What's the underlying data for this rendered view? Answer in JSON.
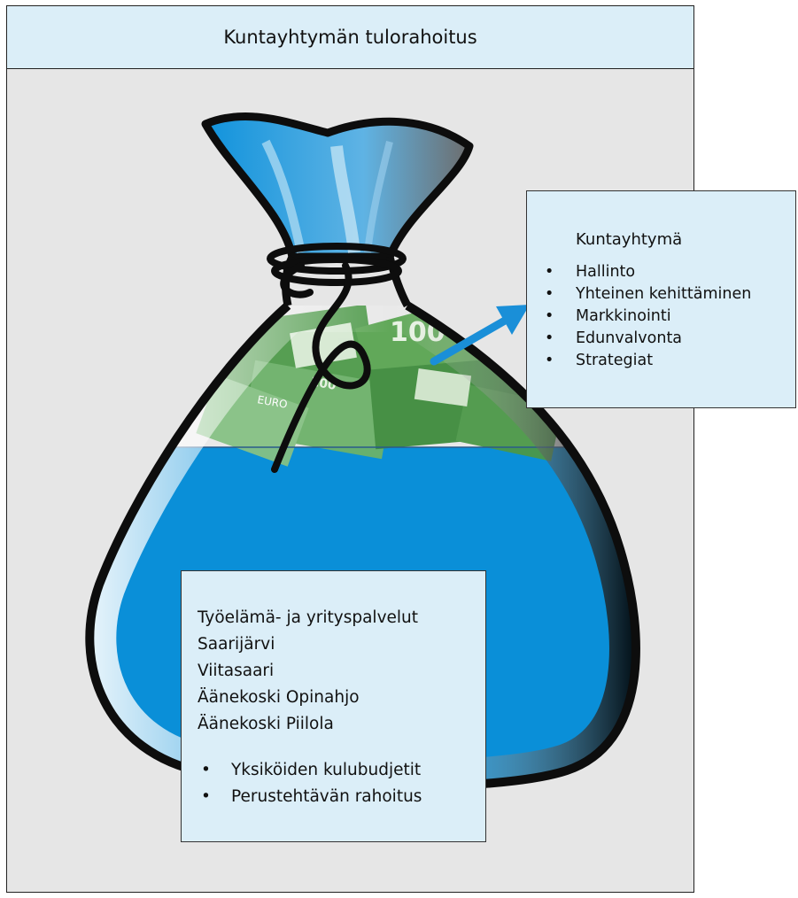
{
  "header": {
    "title": "Kuntayhtymän tulorahoitus"
  },
  "right_box": {
    "heading": "Kuntayhtymä",
    "items": [
      "Hallinto",
      "Yhteinen kehittäminen",
      "Markkinointi",
      "Edunvalvonta",
      "Strategiat"
    ]
  },
  "bottom_box": {
    "units": [
      "Työelämä- ja yrityspalvelut",
      "Saarijärvi",
      "Viitasaari",
      "Äänekoski Opinahjo",
      "Äänekoski Piilola"
    ],
    "items": [
      "Yksiköiden kulubudjetit",
      "Perustehtävän rahoitus"
    ]
  },
  "colors": {
    "bag_blue": "#0a8fd8",
    "box_fill": "#dbeef8",
    "arrow_blue": "#1a8fd8",
    "banknote_green": "#3c8a3a"
  },
  "banknotes": [
    "100",
    "EURO"
  ]
}
